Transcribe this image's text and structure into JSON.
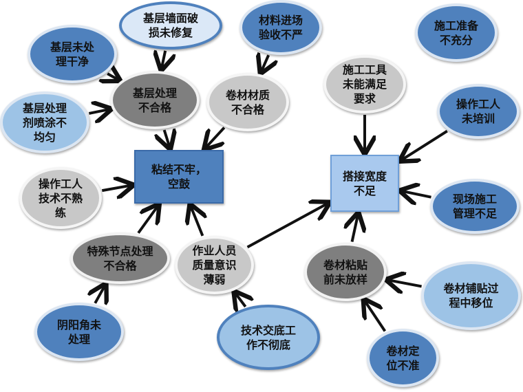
{
  "nodes": {
    "n1": [
      "基层墙面破",
      "损未修复"
    ],
    "n2": [
      "材料进场",
      "验收不严"
    ],
    "n3": [
      "施工准备",
      "不充分"
    ],
    "n4": [
      "基层未处",
      "理干净"
    ],
    "n5": [
      "基层处理",
      "不合格"
    ],
    "n6": [
      "卷材材质",
      "不合格"
    ],
    "n7": [
      "施工工具",
      "未能满足",
      "要求"
    ],
    "n8": [
      "操作工人",
      "未培训"
    ],
    "n9": [
      "基层处理",
      "剂喷涂不",
      "均匀"
    ],
    "n10": [
      "粘结不牢，",
      "空鼓"
    ],
    "n11": [
      "搭接宽度",
      "不足"
    ],
    "n12": [
      "操作工人",
      "技术不熟",
      "练"
    ],
    "n13": [
      "现场施工",
      "管理不足"
    ],
    "n14": [
      "特殊节点处理",
      "不合格"
    ],
    "n15": [
      "作业人员",
      "质量意识",
      "薄弱"
    ],
    "n16": [
      "卷材粘贴",
      "前未放样"
    ],
    "n17": [
      "卷材铺贴过",
      "程中移位"
    ],
    "n18": [
      "阴阳角未",
      "处理"
    ],
    "n19": [
      "技术交底工",
      "作不彻底"
    ],
    "n20": [
      "卷材定",
      "位不准"
    ]
  },
  "edges": [
    [
      "n4",
      "n5"
    ],
    [
      "n1",
      "n5"
    ],
    [
      "n9",
      "n5"
    ],
    [
      "n2",
      "n6"
    ],
    [
      "n5",
      "n10"
    ],
    [
      "n6",
      "n10"
    ],
    [
      "n12",
      "n10"
    ],
    [
      "n14",
      "n10"
    ],
    [
      "n15",
      "n10"
    ],
    [
      "n15",
      "n11"
    ],
    [
      "n7",
      "n11"
    ],
    [
      "n8",
      "n11"
    ],
    [
      "n13",
      "n11"
    ],
    [
      "n16",
      "n11"
    ],
    [
      "n17",
      "n16"
    ],
    [
      "n20",
      "n16"
    ],
    [
      "n18",
      "n14"
    ],
    [
      "n19",
      "n15"
    ]
  ],
  "colors": {
    "dark_blue": "#4f81bd",
    "light_blue": "#9dc3e6",
    "gray": "#7f7f7f",
    "light_gray": "#c8c8c8",
    "arrow": "#111111"
  }
}
